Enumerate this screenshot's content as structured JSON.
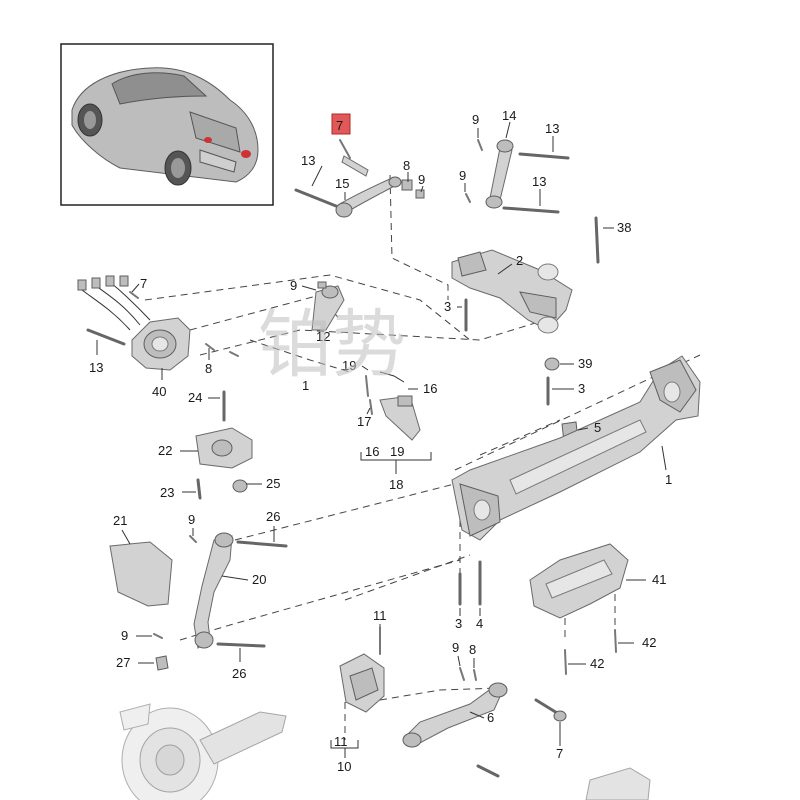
{
  "watermark": "铂势",
  "callouts": {
    "c7_highlight": "7",
    "c13a": "13",
    "c15": "15",
    "c8a": "8",
    "c9a": "9",
    "c9b": "9",
    "c14": "14",
    "c13b": "13",
    "c9c": "9",
    "c13c": "13",
    "c38": "38",
    "c7b": "7",
    "c9d": "9",
    "c12": "12",
    "c13d": "13",
    "c8b": "8",
    "c40": "40",
    "c2": "2",
    "c3a": "3",
    "c19a": "19",
    "c16a": "16",
    "c17": "17",
    "c1x": "1",
    "c39": "39",
    "c3b": "3",
    "c24": "24",
    "c5": "5",
    "c22": "22",
    "c25": "25",
    "c23": "23",
    "c16b": "16",
    "c19b": "19",
    "c18": "18",
    "c1": "1",
    "c21": "21",
    "c9e": "9",
    "c26a": "26",
    "c20": "20",
    "c41": "41",
    "c3c": "3",
    "c4": "4",
    "c42a": "42",
    "c42b": "42",
    "c9f": "9",
    "c27": "27",
    "c26b": "26",
    "c11a": "11",
    "c9g": "9",
    "c8c": "8",
    "c6": "6",
    "c11b": "11",
    "c10": "10",
    "c7c": "7"
  }
}
